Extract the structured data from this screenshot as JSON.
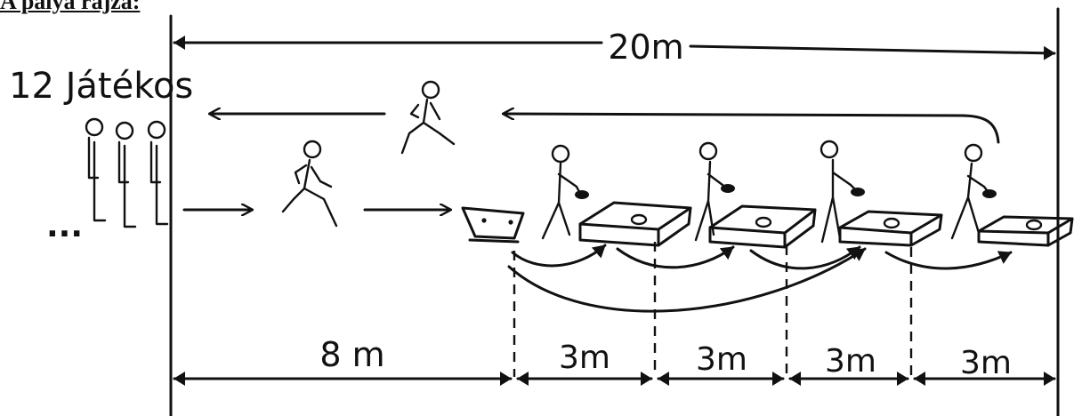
{
  "title": "A pálya rajza:",
  "total_length_label": "20m",
  "players_label": "12 Játékos",
  "ellipsis": "...",
  "segment_labels": [
    "8 m",
    "3m",
    "3m",
    "3m",
    "3m"
  ]
}
